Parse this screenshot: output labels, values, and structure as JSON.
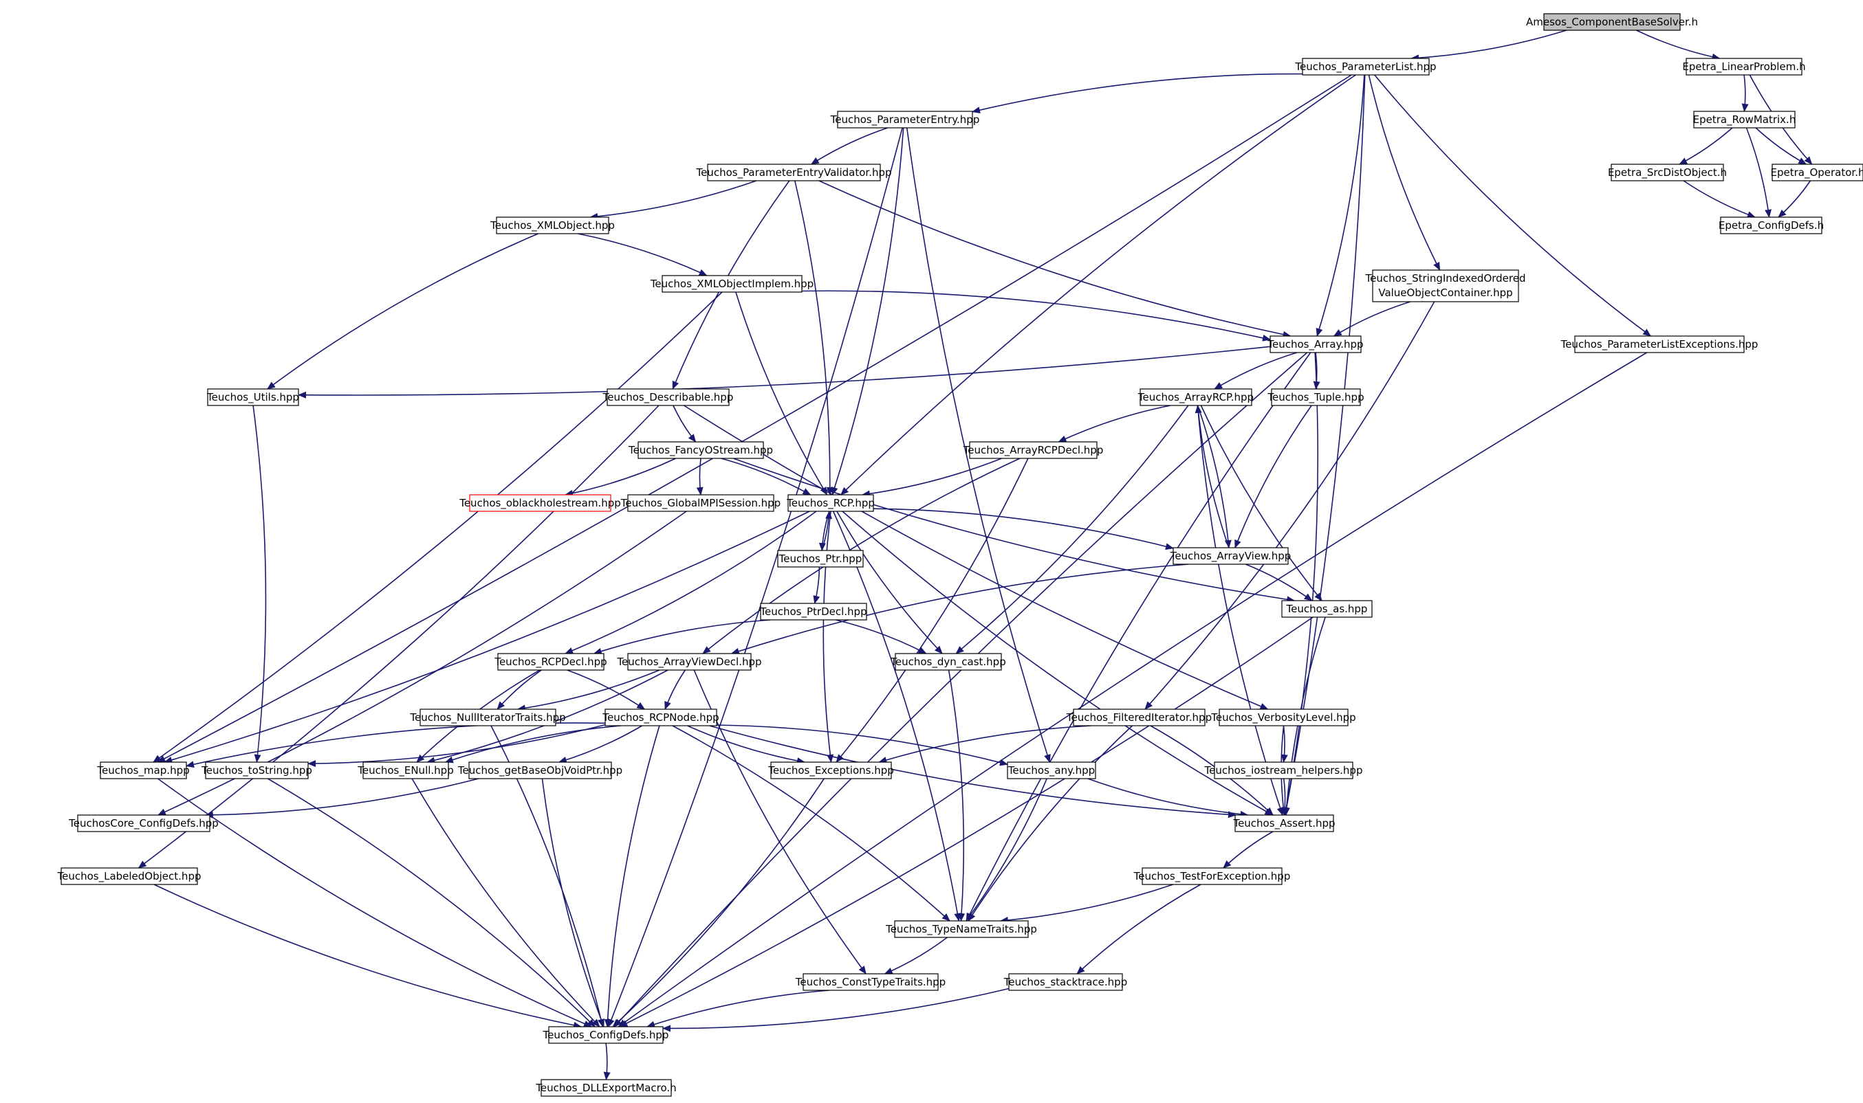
{
  "colors": {
    "background": "#ffffff",
    "edge": "#191970",
    "node_border": "#000000",
    "node_fill": "#ffffff",
    "root_fill": "#bfbfbf",
    "missing_border": "#ff0000"
  },
  "nodes": [
    {
      "id": "root",
      "label": "Amesos_ComponentBaseSolver.h",
      "kind": "root"
    },
    {
      "id": "paramlist",
      "label": "Teuchos_ParameterList.hpp"
    },
    {
      "id": "linprob",
      "label": "Epetra_LinearProblem.h"
    },
    {
      "id": "rowmatrix",
      "label": "Epetra_RowMatrix.h"
    },
    {
      "id": "srcdist",
      "label": "Epetra_SrcDistObject.h"
    },
    {
      "id": "operator",
      "label": "Epetra_Operator.h"
    },
    {
      "id": "epconfig",
      "label": "Epetra_ConfigDefs.h"
    },
    {
      "id": "paramentry",
      "label": "Teuchos_ParameterEntry.hpp"
    },
    {
      "id": "validator",
      "label": "Teuchos_ParameterEntryValidator.hpp"
    },
    {
      "id": "xmlobj",
      "label": "Teuchos_XMLObject.hpp"
    },
    {
      "id": "xmlimpl",
      "label": "Teuchos_XMLObjectImplem.hpp"
    },
    {
      "id": "sioc",
      "label": "Teuchos_StringIndexedOrdered",
      "label2": "ValueObjectContainer.hpp"
    },
    {
      "id": "plexc",
      "label": "Teuchos_ParameterListExceptions.hpp"
    },
    {
      "id": "array",
      "label": "Teuchos_Array.hpp"
    },
    {
      "id": "utils",
      "label": "Teuchos_Utils.hpp"
    },
    {
      "id": "describable",
      "label": "Teuchos_Describable.hpp"
    },
    {
      "id": "arrayrcp",
      "label": "Teuchos_ArrayRCP.hpp"
    },
    {
      "id": "tuple",
      "label": "Teuchos_Tuple.hpp"
    },
    {
      "id": "fancyo",
      "label": "Teuchos_FancyOStream.hpp"
    },
    {
      "id": "arcpdecl",
      "label": "Teuchos_ArrayRCPDecl.hpp"
    },
    {
      "id": "oblack",
      "label": "Teuchos_oblackholestream.hpp",
      "kind": "missing"
    },
    {
      "id": "mpisess",
      "label": "Teuchos_GlobalMPISession.hpp"
    },
    {
      "id": "rcp",
      "label": "Teuchos_RCP.hpp"
    },
    {
      "id": "ptr",
      "label": "Teuchos_Ptr.hpp"
    },
    {
      "id": "arrayview",
      "label": "Teuchos_ArrayView.hpp"
    },
    {
      "id": "ptrdecl",
      "label": "Teuchos_PtrDecl.hpp"
    },
    {
      "id": "as",
      "label": "Teuchos_as.hpp"
    },
    {
      "id": "rcpdecl",
      "label": "Teuchos_RCPDecl.hpp"
    },
    {
      "id": "avdecl",
      "label": "Teuchos_ArrayViewDecl.hpp"
    },
    {
      "id": "dyncast",
      "label": "Teuchos_dyn_cast.hpp"
    },
    {
      "id": "nullit",
      "label": "Teuchos_NullIteratorTraits.hpp"
    },
    {
      "id": "rcpnode",
      "label": "Teuchos_RCPNode.hpp"
    },
    {
      "id": "filtered",
      "label": "Teuchos_FilteredIterator.hpp"
    },
    {
      "id": "verbosity",
      "label": "Teuchos_VerbosityLevel.hpp"
    },
    {
      "id": "map",
      "label": "Teuchos_map.hpp"
    },
    {
      "id": "tostring",
      "label": "Teuchos_toString.hpp"
    },
    {
      "id": "enull",
      "label": "Teuchos_ENull.hpp"
    },
    {
      "id": "getbase",
      "label": "Teuchos_getBaseObjVoidPtr.hpp"
    },
    {
      "id": "exceptions",
      "label": "Teuchos_Exceptions.hpp"
    },
    {
      "id": "any",
      "label": "Teuchos_any.hpp"
    },
    {
      "id": "iohelpers",
      "label": "Teuchos_iostream_helpers.hpp"
    },
    {
      "id": "coreconfig",
      "label": "TeuchosCore_ConfigDefs.hpp"
    },
    {
      "id": "assert",
      "label": "Teuchos_Assert.hpp"
    },
    {
      "id": "labeled",
      "label": "Teuchos_LabeledObject.hpp"
    },
    {
      "id": "testforexc",
      "label": "Teuchos_TestForException.hpp"
    },
    {
      "id": "typename",
      "label": "Teuchos_TypeNameTraits.hpp"
    },
    {
      "id": "consttype",
      "label": "Teuchos_ConstTypeTraits.hpp"
    },
    {
      "id": "stacktrace",
      "label": "Teuchos_stacktrace.hpp"
    },
    {
      "id": "configdefs",
      "label": "Teuchos_ConfigDefs.hpp"
    },
    {
      "id": "dllexport",
      "label": "Teuchos_DLLExportMacro.h"
    }
  ],
  "edges": [
    [
      "root",
      "paramlist"
    ],
    [
      "root",
      "linprob"
    ],
    [
      "linprob",
      "rowmatrix"
    ],
    [
      "linprob",
      "operator"
    ],
    [
      "rowmatrix",
      "srcdist"
    ],
    [
      "rowmatrix",
      "operator"
    ],
    [
      "rowmatrix",
      "epconfig"
    ],
    [
      "srcdist",
      "epconfig"
    ],
    [
      "operator",
      "epconfig"
    ],
    [
      "paramlist",
      "paramentry"
    ],
    [
      "paramlist",
      "map"
    ],
    [
      "paramlist",
      "rcp"
    ],
    [
      "paramlist",
      "array"
    ],
    [
      "paramlist",
      "sioc"
    ],
    [
      "paramlist",
      "assert"
    ],
    [
      "paramlist",
      "plexc"
    ],
    [
      "paramentry",
      "configdefs"
    ],
    [
      "paramentry",
      "validator"
    ],
    [
      "paramentry",
      "rcp"
    ],
    [
      "paramentry",
      "any"
    ],
    [
      "validator",
      "xmlobj"
    ],
    [
      "validator",
      "describable"
    ],
    [
      "validator",
      "rcp"
    ],
    [
      "validator",
      "array"
    ],
    [
      "xmlobj",
      "xmlimpl"
    ],
    [
      "xmlobj",
      "utils"
    ],
    [
      "xmlimpl",
      "map"
    ],
    [
      "xmlimpl",
      "rcp"
    ],
    [
      "xmlimpl",
      "array"
    ],
    [
      "sioc",
      "array"
    ],
    [
      "sioc",
      "filtered"
    ],
    [
      "plexc",
      "configdefs"
    ],
    [
      "array",
      "utils"
    ],
    [
      "array",
      "arrayrcp"
    ],
    [
      "array",
      "tuple"
    ],
    [
      "array",
      "typename"
    ],
    [
      "array",
      "assert"
    ],
    [
      "array",
      "configdefs"
    ],
    [
      "utils",
      "tostring"
    ],
    [
      "describable",
      "fancyo"
    ],
    [
      "describable",
      "labeled"
    ],
    [
      "describable",
      "verbosity"
    ],
    [
      "fancyo",
      "oblack"
    ],
    [
      "fancyo",
      "mpisess"
    ],
    [
      "fancyo",
      "rcp"
    ],
    [
      "fancyo",
      "as"
    ],
    [
      "mpisess",
      "coreconfig"
    ],
    [
      "arrayrcp",
      "arcpdecl"
    ],
    [
      "arrayrcp",
      "arrayview"
    ],
    [
      "arrayrcp",
      "as"
    ],
    [
      "arrayrcp",
      "dyncast"
    ],
    [
      "arrayrcp",
      "assert"
    ],
    [
      "arcpdecl",
      "rcp"
    ],
    [
      "arcpdecl",
      "avdecl"
    ],
    [
      "arcpdecl",
      "exceptions"
    ],
    [
      "tuple",
      "arrayview"
    ],
    [
      "arrayview",
      "arrayrcp"
    ],
    [
      "arrayview",
      "avdecl"
    ],
    [
      "arrayview",
      "as"
    ],
    [
      "rcp",
      "ptr"
    ],
    [
      "rcp",
      "rcpdecl"
    ],
    [
      "rcp",
      "dyncast"
    ],
    [
      "rcp",
      "map"
    ],
    [
      "rcp",
      "exceptions"
    ],
    [
      "rcp",
      "typename"
    ],
    [
      "rcp",
      "assert"
    ],
    [
      "rcp",
      "arrayview"
    ],
    [
      "ptr",
      "rcp"
    ],
    [
      "ptr",
      "ptrdecl"
    ],
    [
      "ptrdecl",
      "rcpdecl"
    ],
    [
      "ptrdecl",
      "dyncast"
    ],
    [
      "rcpdecl",
      "nullit"
    ],
    [
      "rcpdecl",
      "rcpnode"
    ],
    [
      "rcpdecl",
      "enull"
    ],
    [
      "avdecl",
      "nullit"
    ],
    [
      "avdecl",
      "rcpnode"
    ],
    [
      "avdecl",
      "enull"
    ],
    [
      "avdecl",
      "consttype"
    ],
    [
      "nullit",
      "configdefs"
    ],
    [
      "rcpnode",
      "map"
    ],
    [
      "rcpnode",
      "tostring"
    ],
    [
      "rcpnode",
      "enull"
    ],
    [
      "rcpnode",
      "getbase"
    ],
    [
      "rcpnode",
      "exceptions"
    ],
    [
      "rcpnode",
      "any"
    ],
    [
      "rcpnode",
      "assert"
    ],
    [
      "rcpnode",
      "typename"
    ],
    [
      "rcpnode",
      "configdefs"
    ],
    [
      "dyncast",
      "typename"
    ],
    [
      "as",
      "assert"
    ],
    [
      "as",
      "configdefs"
    ],
    [
      "filtered",
      "exceptions"
    ],
    [
      "filtered",
      "assert"
    ],
    [
      "filtered",
      "typename"
    ],
    [
      "verbosity",
      "iohelpers"
    ],
    [
      "verbosity",
      "assert"
    ],
    [
      "iohelpers",
      "assert"
    ],
    [
      "any",
      "assert"
    ],
    [
      "any",
      "typename"
    ],
    [
      "map",
      "configdefs"
    ],
    [
      "tostring",
      "configdefs"
    ],
    [
      "enull",
      "configdefs"
    ],
    [
      "getbase",
      "coreconfig"
    ],
    [
      "getbase",
      "configdefs"
    ],
    [
      "exceptions",
      "configdefs"
    ],
    [
      "assert",
      "testforexc"
    ],
    [
      "testforexc",
      "typename"
    ],
    [
      "testforexc",
      "stacktrace"
    ],
    [
      "typename",
      "consttype"
    ],
    [
      "consttype",
      "configdefs"
    ],
    [
      "stacktrace",
      "configdefs"
    ],
    [
      "labeled",
      "configdefs"
    ],
    [
      "configdefs",
      "dllexport"
    ]
  ]
}
